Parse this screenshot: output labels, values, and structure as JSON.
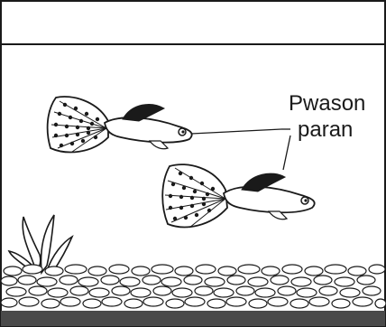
{
  "diagram": {
    "callout": {
      "line1": "Pwason",
      "line2": "paran"
    },
    "colors": {
      "ink": "#1a1a1a",
      "base": "#4a4a4a",
      "background": "#ffffff"
    },
    "elements": [
      "aquarium-tank",
      "guppy-fish",
      "guppy-fish",
      "aquatic-plant",
      "pebble-gravel"
    ]
  }
}
